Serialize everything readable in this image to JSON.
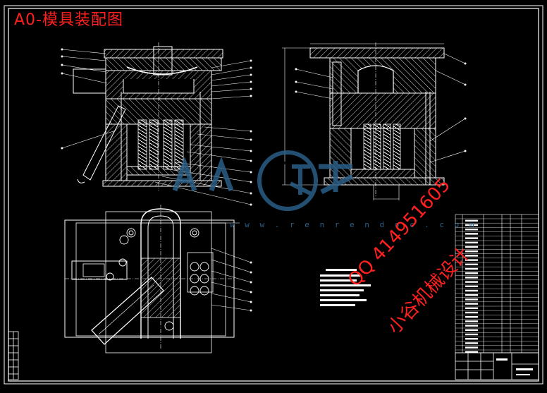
{
  "drawing": {
    "title": "A0-模具装配图",
    "watermark_site": "w w w . r e n r e n d o c . c o m",
    "contact_qq": "QQ 414951605",
    "contact_name": "小谷机械设计"
  },
  "colors": {
    "background": "#000000",
    "line": "#ffffff",
    "hatch": "#cfcfcf",
    "title_red": "#ff2020",
    "watermark_blue": "#2a5f86"
  },
  "icons": {
    "watermark_logo": "renrendoc-swirl-logo"
  }
}
